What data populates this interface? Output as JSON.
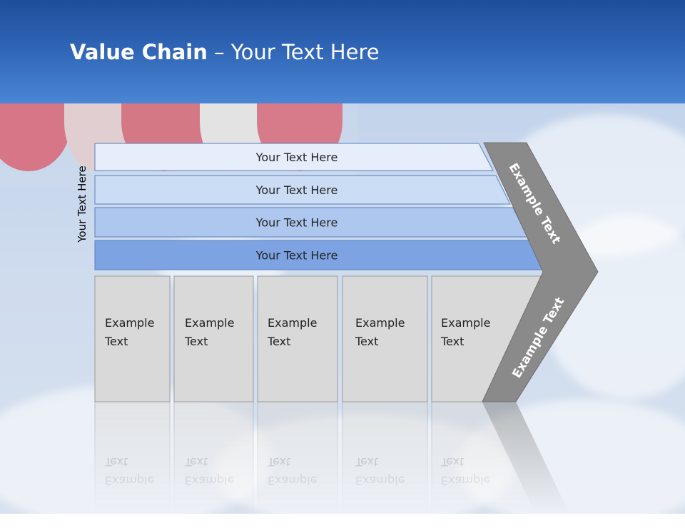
{
  "title": {
    "bold": "Value Chain",
    "rest": " – Your Text Here"
  },
  "side_label": "Your Text Here",
  "bars": [
    {
      "label": "Your Text Here",
      "color": "#e6eefb"
    },
    {
      "label": "Your Text Here",
      "color": "#cbdcf5"
    },
    {
      "label": "Your Text Here",
      "color": "#aec7ee"
    },
    {
      "label": "Your Text Here",
      "color": "#7ea3e2"
    }
  ],
  "columns": [
    {
      "line1": "Example",
      "line2": "Text"
    },
    {
      "line1": "Example",
      "line2": "Text"
    },
    {
      "line1": "Example",
      "line2": "Text"
    },
    {
      "line1": "Example",
      "line2": "Text"
    },
    {
      "line1": "Example",
      "line2": "Text"
    }
  ],
  "chevron": {
    "upper": "Example Text",
    "lower": "Example Text",
    "color": "#8a8a8a"
  },
  "column_color": "#d9d9d9"
}
